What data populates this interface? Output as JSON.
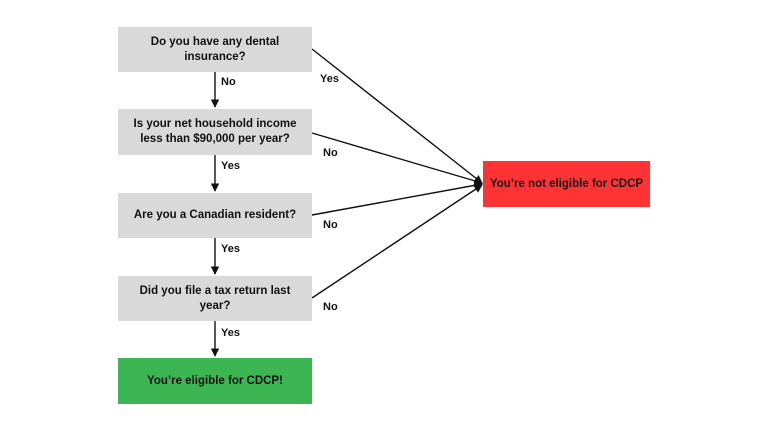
{
  "questions": [
    {
      "text": "Do you have any dental insurance?"
    },
    {
      "text": "Is your net household income less than $90,000 per year?"
    },
    {
      "text": "Are you a Canadian resident?"
    },
    {
      "text": "Did you file a tax return last year?"
    }
  ],
  "outcomes": {
    "eligible": {
      "text": "You’re eligible for CDCP!",
      "color": "#3cb553"
    },
    "not_eligible": {
      "text": "You’re not eligible for CDCP",
      "color": "#ff3333"
    }
  },
  "edge_labels": {
    "q1_down": "No",
    "q1_right": "Yes",
    "q2_down": "Yes",
    "q2_right": "No",
    "q3_down": "Yes",
    "q3_right": "No",
    "q4_down": "Yes",
    "q4_right": "No"
  },
  "colors": {
    "question_box": "#d9d9d9",
    "connector": "#111111"
  }
}
